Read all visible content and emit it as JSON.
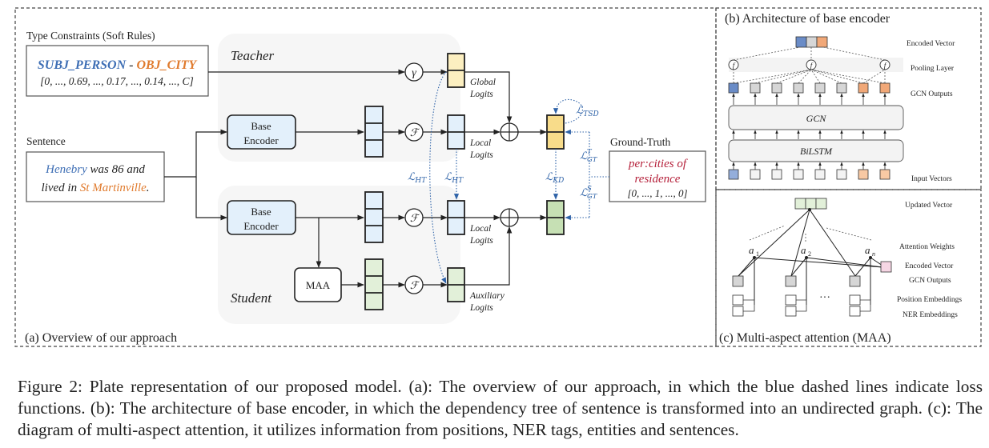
{
  "panel_a": {
    "label": "(a) Overview of our approach",
    "type_constraints": {
      "title": "Type Constraints (Soft Rules)",
      "subj": "SUBJ_PERSON",
      "sep": " - ",
      "obj": "OBJ_CITY",
      "vector": "[0, ..., 0.69, ..., 0.17, ..., 0.14, ..., C]"
    },
    "sentence": {
      "title": "Sentence",
      "entity1": "Henebry",
      "mid1": " was 86 and",
      "mid2": "lived in ",
      "entity2": "St Martinville",
      "end": "."
    },
    "teacher_label": "Teacher",
    "student_label": "Student",
    "base_encoder_line1": "Base",
    "base_encoder_line2": "Encoder",
    "maa_label": "MAA",
    "gamma_symbol": "γ",
    "f_symbol": "ℱ",
    "global_logits": [
      "Global",
      "Logits"
    ],
    "local_logits": [
      "Local",
      "Logits"
    ],
    "auxiliary_logits": [
      "Auxiliary",
      "Logits"
    ],
    "ground_truth": {
      "title": "Ground-Truth",
      "line1": "per:cities of",
      "line2": "residence",
      "vector": "[0, ..., 1, ..., 0]"
    },
    "losses": {
      "L": "ℒ",
      "ht": "HT",
      "kd": "KD",
      "tsd": "TSD",
      "gt": "GT",
      "sup_t": "T",
      "sup_s": "S"
    }
  },
  "panel_b": {
    "title": "(b) Architecture of base encoder",
    "gcn": "GCN",
    "bilstm": "BiLSTM",
    "pool_symbol": "f",
    "row_labels": {
      "encoded_vector": "Encoded Vector",
      "pooling_layer": "Pooling Layer",
      "gcn_outputs": "GCN Outputs",
      "input_vectors": "Input Vectors"
    }
  },
  "panel_c": {
    "title": "(c) Multi-aspect attention (MAA)",
    "attn": [
      "a",
      "1",
      "a",
      "2",
      "a",
      "n"
    ],
    "ellipsis": "···",
    "row_labels": {
      "updated_vector": "Updated Vector",
      "attention_weights": "Attention  Weights",
      "encoded_vector": "Encoded Vector",
      "gcn_outputs": "GCN Outputs",
      "position_embeddings": "Position Embeddings",
      "ner_embeddings": "NER Embeddings"
    }
  },
  "caption": "Figure 2: Plate representation of our proposed model. (a): The overview of our approach, in which the blue dashed lines indicate loss functions. (b): The architecture of base encoder, in which the dependency tree of sentence is transformed into an undirected graph. (c): The diagram of multi-aspect attention, it utilizes information from positions, NER tags, entities and sentences.",
  "colors": {
    "entity_blue": "#3f6fb5",
    "entity_orange": "#e07b2e",
    "loss_blue": "#2f63a8",
    "gt_red": "#b5203a",
    "light_blue_fill": "#e3f0fb",
    "yellow_fill": "#fcefc0",
    "dark_yellow_fill": "#f8dc8a",
    "light_green_fill": "#e2f0d9",
    "green_fill": "#c6e0b4",
    "panel_gray": "#f6f6f6",
    "gcn_gray": "#d6d6d6",
    "gcn_blue": "#6a8cc7",
    "gcn_orange": "#f1a878",
    "input_orange": "#f8c9a4",
    "input_blue": "#94aedb",
    "pink": "#f6d6e4"
  }
}
